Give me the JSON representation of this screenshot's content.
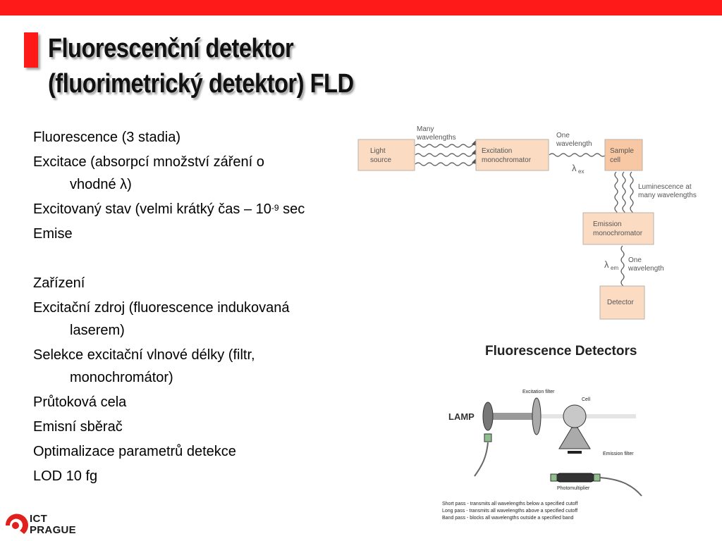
{
  "title": {
    "line1": "Fluorescenční detektor",
    "line2": "(fluorimetrický detektor) FLD"
  },
  "body": {
    "l1": "Fluorescence (3 stadia)",
    "l2": "Excitace (absorpcí množství záření o",
    "l2b": "vhodné λ)",
    "l3_pre": "Excitovaný stav (velmi krátký čas – 10",
    "l3_sup": "-9",
    "l3_post": " sec",
    "l4": "Emise",
    "l5": "Zařízení",
    "l6": "Excitační zdroj (fluorescence indukovaná",
    "l6b": "laserem)",
    "l7": "Selekce excitační vlnové délky (filtr,",
    "l7b": "monochromátor)",
    "l8": "Průtoková cela",
    "l9": "Emisní sběrač",
    "l10": "Optimalizace parametrů detekce",
    "l11": "LOD 10 fg"
  },
  "diagram1": {
    "many_wl_1": "Many",
    "many_wl_2": "wavelengths",
    "light_source_1": "Light",
    "light_source_2": "source",
    "exc_mono_1": "Excitation",
    "exc_mono_2": "monochromator",
    "one_wl_1": "One",
    "one_wl_2": "wavelength",
    "lambda_ex": "λ",
    "lambda_ex_sub": "ex",
    "sample_cell_1": "Sample",
    "sample_cell_2": "cell",
    "lum_1": "Luminescence at",
    "lum_2": "many wavelengths",
    "em_mono_1": "Emission",
    "em_mono_2": "monochromator",
    "lambda_em": "λ",
    "lambda_em_sub": "em",
    "one_wl2_1": "One",
    "one_wl2_2": "wavelength",
    "detector": "Detector"
  },
  "diagram2": {
    "title": "Fluorescence Detectors",
    "lamp": "LAMP",
    "excitation_filter": "Excitation filter",
    "cell": "Cell",
    "emission_filter": "Emission filter",
    "photomultiplier": "Photomultiplier",
    "legend_1": "Short pass - transmits all wavelengths below a specified cutoff",
    "legend_2": "Long pass - transmits all wavelengths above a specified cutoff",
    "legend_3": "Band pass - blocks all wavelengths outside a specified band"
  },
  "logo": {
    "line1": "ICT",
    "line2": "PRAGUE"
  },
  "colors": {
    "accent": "#ff1a1a",
    "box_fill": "#fbdcc3",
    "box_fill_dark": "#f8c8a4",
    "box_stroke": "#b8b0a8"
  }
}
